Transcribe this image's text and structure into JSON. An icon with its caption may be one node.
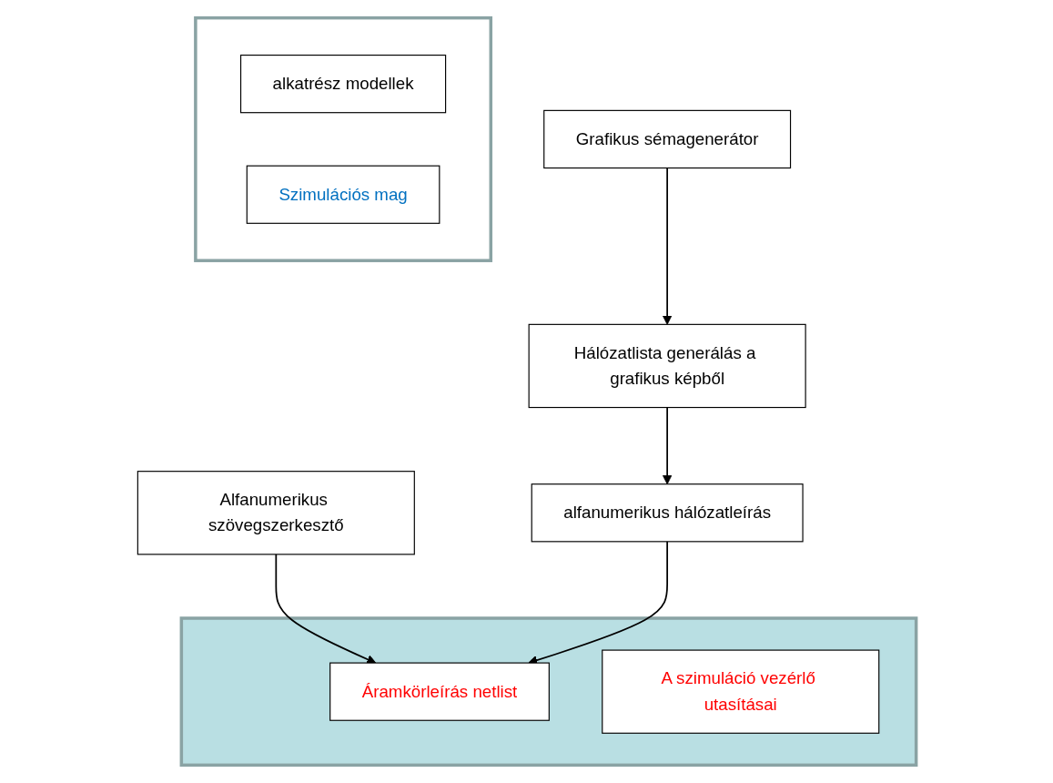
{
  "diagram": {
    "nodes": [
      {
        "text": [
          "Alfanumerikus szövegszerkesztő"
        ]
      },
      {
        "text": [
          "Grafikus sémagenerátor"
        ]
      },
      {
        "text": [
          "Hálózatlista generálás a grafikus képből"
        ]
      },
      {
        "text": [
          "alfanumerikus hálózatleírás"
        ]
      },
      {
        "text": [],
        "shape": "box"
      },
      {
        "text": [
          "Áramkörleírás netlist"
        ],
        "in": 4
      },
      {
        "text": [
          "A szimuláció vezérlő utasításai"
        ],
        "in": 4
      },
      {
        "text": [],
        "shape": "box"
      },
      {
        "text": [
          "alkatrész modellek"
        ],
        "in": 7
      },
      {
        "text": [
          "Szimulációs mag"
        ],
        "in": 7
      }
    ],
    "edges": [
      {
        "from": 0,
        "to": 5,
        "arrow": "to"
      },
      {
        "from": 1,
        "to": 2,
        "arrow": "to"
      },
      {
        "from": 2,
        "to": 3,
        "arrow": "to"
      },
      {
        "from": 3,
        "to": 5,
        "arrow": "to"
      }
    ]
  }
}
